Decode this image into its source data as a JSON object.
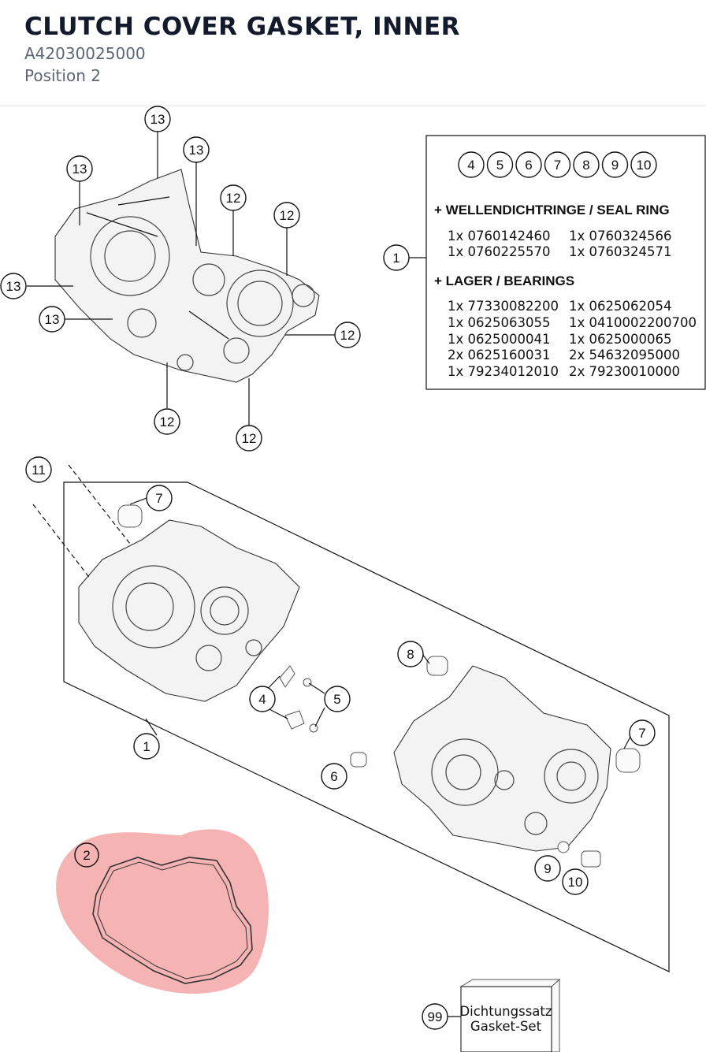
{
  "header": {
    "title": "CLUTCH COVER GASKET, INNER",
    "part_number": "A42030025000",
    "position": "Position 2"
  },
  "highlight_color": "#f4a6a6",
  "callouts": {
    "c13a": "13",
    "c13b": "13",
    "c13c": "13",
    "c13d": "13",
    "c13e": "13",
    "c12a": "12",
    "c12b": "12",
    "c12c": "12",
    "c12d": "12",
    "c12e": "12",
    "c1_box": "1",
    "c11": "11",
    "c7a": "7",
    "c8": "8",
    "c4": "4",
    "c5": "5",
    "c1_main": "1",
    "c7b": "7",
    "c6": "6",
    "c9": "9",
    "c10": "10",
    "c2": "2",
    "c99": "99"
  },
  "info_box": {
    "circles": [
      "4",
      "5",
      "6",
      "7",
      "8",
      "9",
      "10"
    ],
    "seal_heading": "+ WELLENDICHTRINGE / SEAL RING",
    "seal_rows": [
      [
        "1x 0760142460",
        "1x 0760324566"
      ],
      [
        "1x 0760225570",
        "1x 0760324571"
      ]
    ],
    "bearing_heading": "+ LAGER / BEARINGS",
    "bearing_rows": [
      [
        "1x 77330082200",
        "1x 0625062054"
      ],
      [
        "1x 0625063055",
        "1x 0410002200700"
      ],
      [
        "1x 0625000041",
        "1x 0625000065"
      ],
      [
        "2x 0625160031",
        "2x 54632095000"
      ],
      [
        "1x 79234012010",
        "2x 79230010000"
      ]
    ]
  },
  "gasket_set": {
    "line1": "Dichtungssatz",
    "line2": "Gasket-Set"
  }
}
